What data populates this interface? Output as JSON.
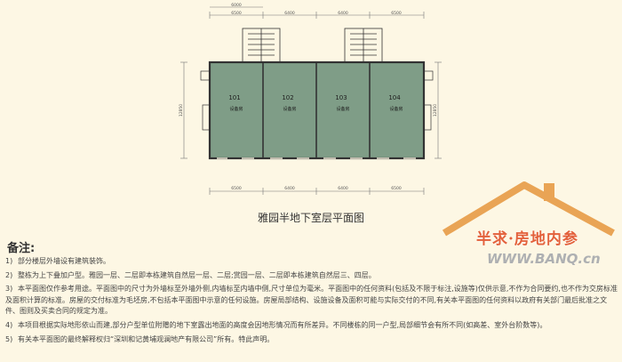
{
  "plan": {
    "top_total": "6000",
    "top_dims": [
      "6500",
      "6400",
      "6400",
      "6500"
    ],
    "bottom_dims": [
      "6500",
      "6400",
      "6400",
      "6500"
    ],
    "left_dim": "12850",
    "right_dim": "12850",
    "units": [
      {
        "number": "101",
        "label": "设备房"
      },
      {
        "number": "102",
        "label": "设备房"
      },
      {
        "number": "103",
        "label": "设备房"
      },
      {
        "number": "104",
        "label": "设备房"
      }
    ],
    "room_fill": "#7f9d87",
    "wall_color": "#333333"
  },
  "caption": "雅园半地下室层平面图",
  "notes": {
    "title": "备注:",
    "items": [
      {
        "n": "1)",
        "text": "部分楼层外墙设有建筑装饰。"
      },
      {
        "n": "2)",
        "text": "整栋为上下叠加户型。雅园一层、二层即本栋建筑自然层一层、二层;赏园一层、二层即本栋建筑自然层三、四层。"
      },
      {
        "n": "3)",
        "text": "本平面图仅作参考用途。平面图中的尺寸为外墙标至外墙外侧,内墙标至内墙中侧,尺寸单位为毫米。平面图中的任何资料(包括及不限于标注,设施等)仅供示意,不作为合同要约,也不作为交房标准及面积计算的标准。房屋的交付标准为毛坯房,不包括本平面图中示意的任何设施。房屋局部结构、设施设备及面积可能与实际交付的不同,有关本平面图的任何资料以政府有关部门最后批准之文件、图则及买卖合同的规定为准。"
      },
      {
        "n": "4)",
        "text": "本项目根据实际地形依山而建,部分户型单位附赠的地下室露出地面的高度会因地形情况而有所差异。不同楼栋的同一户型,局部细节会有所不同(如高差、室外台阶数等)。"
      },
      {
        "n": "5)",
        "text": "有关本平面图的最终解释权归“深圳和记黄埔观澜地产有限公司”所有。特此声明。"
      }
    ]
  },
  "watermark": {
    "text": "半求·房地内参",
    "url": "WWW.BANQ.cn"
  }
}
